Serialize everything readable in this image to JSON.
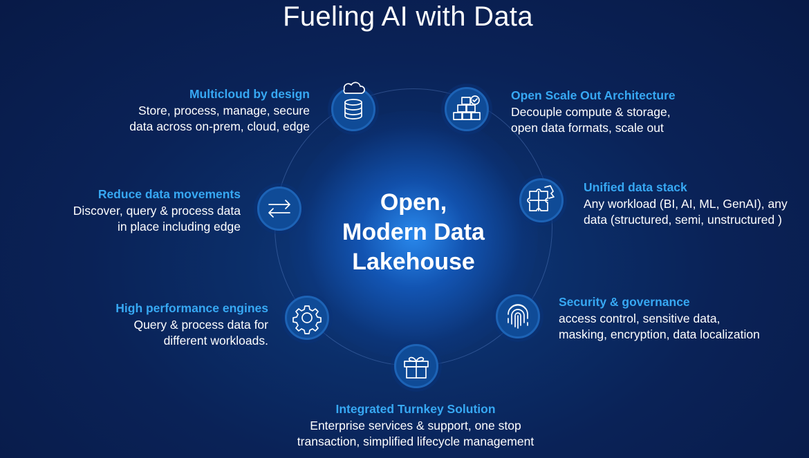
{
  "title": "Fueling AI with Data",
  "center": {
    "line1": "Open,",
    "line2": "Modern Data",
    "line3": "Lakehouse"
  },
  "features": [
    {
      "icon": "database-cloud-icon",
      "heading": "Multicloud by design",
      "line1": "Store, process, manage, secure",
      "line2": "data across on-prem, cloud, edge"
    },
    {
      "icon": "stacked-boxes-icon",
      "heading": "Open Scale Out Architecture",
      "line1": "Decouple compute & storage,",
      "line2": "open data formats, scale out"
    },
    {
      "icon": "arrows-exchange-icon",
      "heading": "Reduce data movements",
      "line1": "Discover, query & process data",
      "line2": "in place including edge"
    },
    {
      "icon": "puzzle-icon",
      "heading": "Unified data stack",
      "line1": "Any workload (BI, AI, ML, GenAI), any",
      "line2": "data (structured, semi, unstructured )"
    },
    {
      "icon": "gear-icon",
      "heading": "High performance engines",
      "line1": "Query & process data for",
      "line2": "different workloads."
    },
    {
      "icon": "fingerprint-icon",
      "heading": "Security & governance",
      "line1": "access control, sensitive data,",
      "line2": "masking, encryption, data localization"
    },
    {
      "icon": "gift-box-icon",
      "heading": "Integrated Turnkey Solution",
      "line1": "Enterprise services & support, one stop",
      "line2": "transaction, simplified lifecycle management"
    }
  ],
  "colors": {
    "background": "#0a2257",
    "heading_accent": "#37a8f3",
    "node_fill": "#0f4b97",
    "text": "#ffffff"
  }
}
